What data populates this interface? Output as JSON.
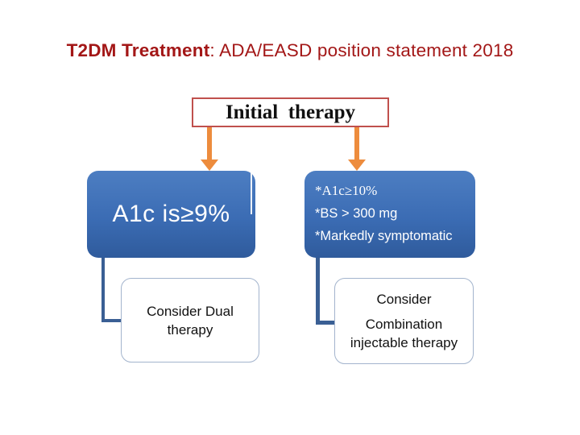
{
  "title": {
    "bold": "T2DM Treatment",
    "rest": ": ADA/EASD position statement 2018"
  },
  "flowchart": {
    "initial_therapy_label": "Initial  therapy",
    "left_branch": {
      "condition": "A1c is≥9%",
      "action": "Consider Dual therapy"
    },
    "right_branch": {
      "criteria": [
        "*A1c≥10%",
        "*BS > 300 mg",
        "*Markedly symptomatic"
      ],
      "action_title": "Consider",
      "action_detail": "Combination injectable therapy"
    }
  },
  "colors": {
    "title_red": "#a31717",
    "initial_box_border_red": "#c0504d",
    "arrow_orange": "#ed8c3d",
    "condition_box_blue": "#3b6cb4",
    "connector_blue": "#3a5f94",
    "action_box_border": "#a3b4cd"
  }
}
